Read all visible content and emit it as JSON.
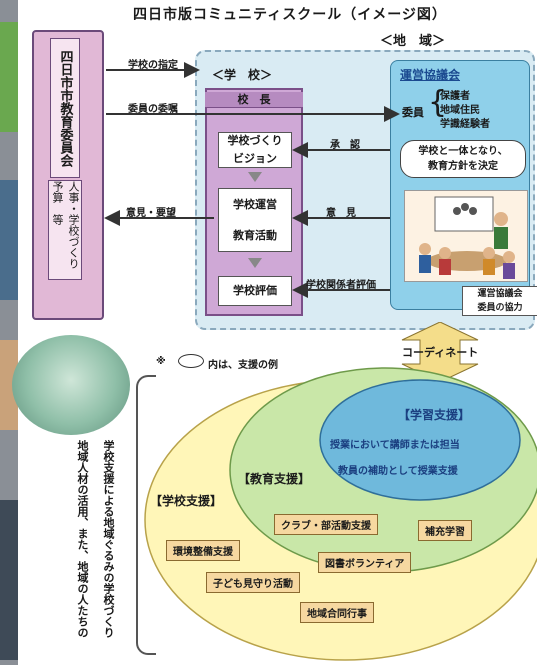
{
  "title": "四日市版コミュニティスクール（イメージ図）",
  "region_label": "＜地　域＞",
  "school_label": "＜学　校＞",
  "board": {
    "name": "四日市市教育委員会",
    "tasks": "人事・学校づくり予算　等"
  },
  "principal": "校　長",
  "school_boxes": {
    "vision": [
      "学校づくり",
      "ビジョン"
    ],
    "ops": [
      "学校運営",
      "教育活動"
    ],
    "eval": "学校評価"
  },
  "council": {
    "title": "運営協議会",
    "members_prefix": "委員",
    "members": [
      "保護者",
      "地域住民",
      "学識経験者"
    ],
    "bubble": [
      "学校と一体となり、",
      "教育方針を決定"
    ],
    "cooperation": [
      "運営協議会",
      "委員の協力"
    ]
  },
  "arrows": {
    "designation": "学校の指定",
    "appointment": "委員の委嘱",
    "opinion_request": "意見・要望",
    "approval": "承　認",
    "opinion": "意　見",
    "stakeholder_eval": "学校関係者評価",
    "coordinate": "コーディネート"
  },
  "legend": {
    "prefix": "※",
    "suffix": "内は、支援の例"
  },
  "left_text": [
    "地域人材の活用、また、地域の人たちの",
    "学校支援による地域ぐるみの学校づくり"
  ],
  "supports": {
    "school": "【学校支援】",
    "education": "【教育支援】",
    "learning": "【学習支援】",
    "learning_items": [
      "授業において講師または担当",
      "教員の補助として授業支援"
    ],
    "items": {
      "club": "クラブ・部活動支援",
      "supplementary": "補充学習",
      "library": "図書ボランティア",
      "environment": "環境整備支援",
      "watch": "子ども見守り活動",
      "joint_events": "地域合同行事"
    }
  },
  "colors": {
    "outer_oval": "#fff6b8",
    "middle_oval": "#c9e7a8",
    "inner_oval": "#6fb9dc",
    "item_fill": "#f6d8a0",
    "board_fill": "#e1b8d6",
    "region_fill": "#d9ebf3",
    "council_fill": "#8fd0ea"
  }
}
